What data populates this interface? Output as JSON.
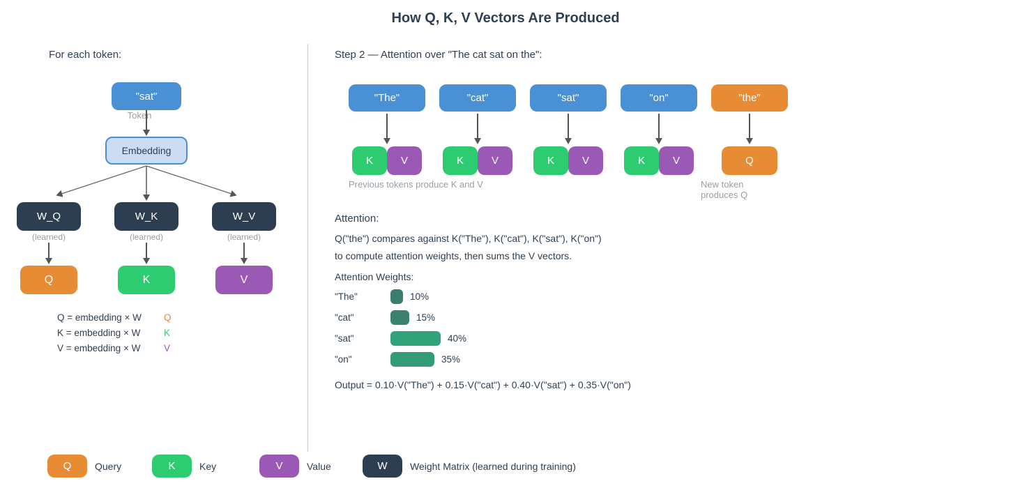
{
  "title": "How Q, K, V Vectors Are Produced",
  "colors": {
    "token_blue": "#4a90d5",
    "query_orange": "#e78b35",
    "key_green": "#2ecc71",
    "value_purple": "#9b59b6",
    "weight_dark": "#2c3e50",
    "embedding_fill": "#ccdcf2",
    "embedding_border": "#4a8fd5",
    "arrow_gray": "#555555",
    "caption_gray": "#98a0a6",
    "divider_gray": "#cccccc"
  },
  "left_panel": {
    "heading": "For each token:",
    "token_box_label": "\"sat\"",
    "token_caption": "Token",
    "embedding_label": "Embedding",
    "weight_boxes": [
      {
        "label": "W_Q",
        "sub": "(learned)"
      },
      {
        "label": "W_K",
        "sub": "(learned)"
      },
      {
        "label": "W_V",
        "sub": "(learned)"
      }
    ],
    "output_boxes": [
      {
        "label": "Q",
        "color": "#e78b35"
      },
      {
        "label": "K",
        "color": "#2ecc71"
      },
      {
        "label": "V",
        "color": "#9b59b6"
      }
    ],
    "formulas": [
      {
        "main": "Q = embedding × W",
        "sub": "Q",
        "sub_color": "#e78b35"
      },
      {
        "main": "K = embedding × W",
        "sub": "K",
        "sub_color": "#2ecc71"
      },
      {
        "main": "V = embedding × W",
        "sub": "V",
        "sub_color": "#9b59b6"
      }
    ]
  },
  "right_panel": {
    "heading": "Step 2 — Attention over \"The cat sat on the\":",
    "tokens": [
      {
        "label": "\"The\"",
        "type": "context"
      },
      {
        "label": "\"cat\"",
        "type": "context"
      },
      {
        "label": "\"sat\"",
        "type": "context"
      },
      {
        "label": "\"on\"",
        "type": "context"
      },
      {
        "label": "\"the\"",
        "type": "new"
      }
    ],
    "kv_pair": {
      "k": "K",
      "v": "V"
    },
    "q_box_label": "Q",
    "caption_previous": "Previous tokens produce K and V",
    "caption_new_line1": "New token",
    "caption_new_line2": "produces Q",
    "attention_heading": "Attention:",
    "attention_line1": "Q(\"the\") compares against K(\"The\"), K(\"cat\"), K(\"sat\"), K(\"on\")",
    "attention_line2": "to compute attention weights, then sums the V vectors.",
    "weights_heading": "Attention Weights:",
    "weights": [
      {
        "label": "\"The\"",
        "value": 10,
        "pct": "10%",
        "color": "#3a7c6d"
      },
      {
        "label": "\"cat\"",
        "value": 15,
        "pct": "15%",
        "color": "#3a8170"
      },
      {
        "label": "\"sat\"",
        "value": 40,
        "pct": "40%",
        "color": "#31a37b"
      },
      {
        "label": "\"on\"",
        "value": 35,
        "pct": "35%",
        "color": "#339b78"
      }
    ],
    "chart_data": {
      "type": "bar",
      "categories": [
        "\"The\"",
        "\"cat\"",
        "\"sat\"",
        "\"on\""
      ],
      "values": [
        10,
        15,
        40,
        35
      ],
      "title": "Attention Weights:",
      "xlabel": "",
      "ylabel": "",
      "unit": "%",
      "orientation": "horizontal"
    },
    "output_line": "Output = 0.10·V(\"The\") + 0.15·V(\"cat\") + 0.40·V(\"sat\") + 0.35·V(\"on\")"
  },
  "legend": [
    {
      "chip": "Q",
      "label": "Query",
      "color": "#e78b35"
    },
    {
      "chip": "K",
      "label": "Key",
      "color": "#2ecc71"
    },
    {
      "chip": "V",
      "label": "Value",
      "color": "#9b59b6"
    },
    {
      "chip": "W",
      "label": "Weight Matrix (learned during training)",
      "color": "#2c3e50"
    }
  ]
}
